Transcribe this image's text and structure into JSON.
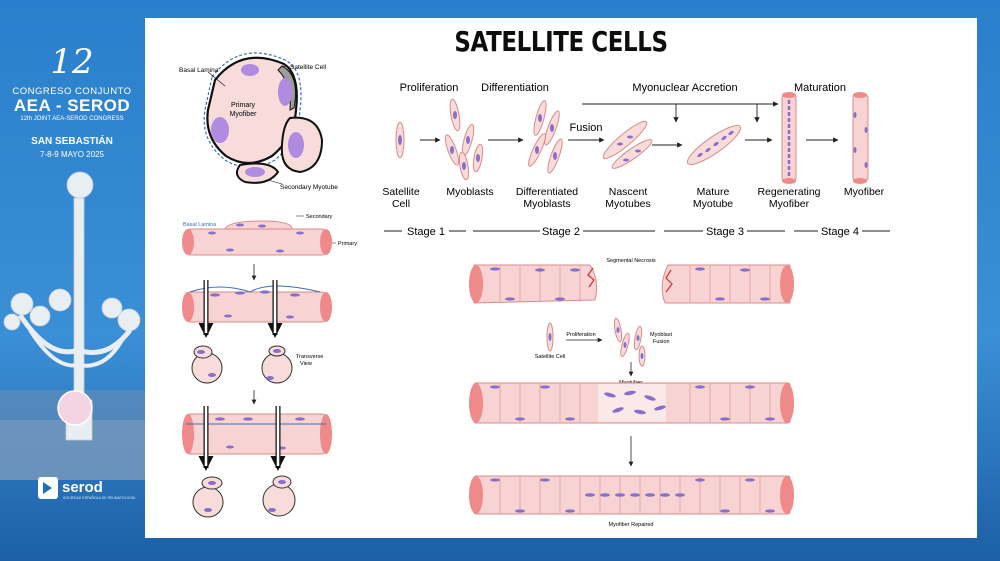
{
  "conference": {
    "number": "12",
    "line1": "CONGRESO   CONJUNTO",
    "line2": "AEA - SEROD",
    "line3": "12th JOINT AEA-SEROD CONGRESS",
    "city": "SAN SEBASTIÁN",
    "dates": "7-8-9 MAYO 2025",
    "sponsor": "serod",
    "sponsor_sub": "SOCIEDAD ESPAÑOLA DE REUMATOLOGÍA"
  },
  "slide": {
    "title": "SATELLITE CELLS",
    "cross_section": {
      "basal_lamina": "Basal Lamina",
      "satellite_cell": "Satellite Cell",
      "primary_myofiber_1": "Primary",
      "primary_myofiber_2": "Myofiber",
      "secondary_myotube": "Secondary Myotube"
    },
    "division": {
      "basal_lamina": "Basal Lamina",
      "secondary": "Secondary",
      "primary": "Primary",
      "transverse_1": "Transverse",
      "transverse_2": "View"
    },
    "process": {
      "proliferation": "Proliferation",
      "differentiation": "Differentiation",
      "myonuclear_accretion": "Myonuclear Accretion",
      "maturation": "Maturation",
      "fusion": "Fusion",
      "cells": [
        {
          "l1": "Satellite",
          "l2": "Cell"
        },
        {
          "l1": "Myoblasts",
          "l2": ""
        },
        {
          "l1": "Differentiated",
          "l2": "Myoblasts"
        },
        {
          "l1": "Nascent",
          "l2": "Myotubes"
        },
        {
          "l1": "Mature",
          "l2": "Myotube"
        },
        {
          "l1": "Regenerating",
          "l2": "Myofiber"
        },
        {
          "l1": "Myofiber",
          "l2": ""
        }
      ],
      "stages": [
        "Stage 1",
        "Stage 2",
        "Stage 3",
        "Stage 4"
      ]
    },
    "repair": {
      "necrosis": "Segmental Necrosis",
      "satellite_cell": "Satellite Cell",
      "proliferation": "Proliferation",
      "fusion_1": "Myoblast",
      "fusion_2": "Fusion",
      "myotubes": "Myotubes",
      "repaired": "Myofiber Repaired"
    }
  },
  "colors": {
    "fiber_fill": "#f7d3d3",
    "fiber_stroke": "#d98b8b",
    "fiber_end": "#f08a8a",
    "nucleus": "#8a6fc9",
    "sidebar_blue": "#1f6fb8"
  }
}
